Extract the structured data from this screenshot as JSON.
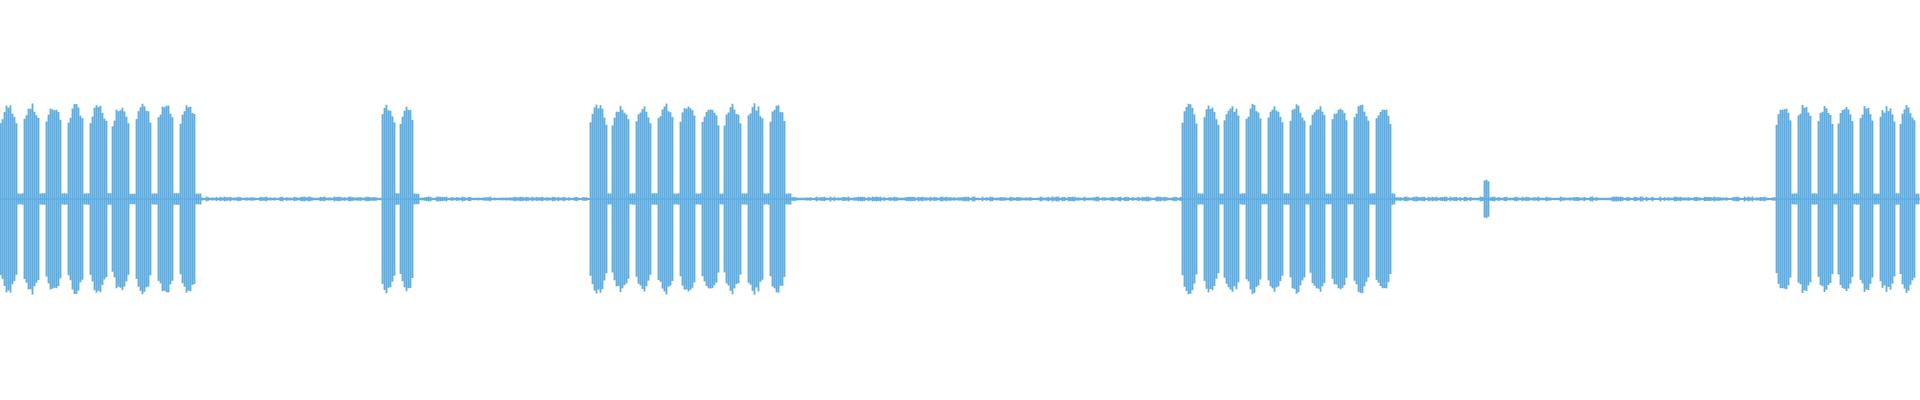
{
  "waveform": {
    "color": "#5dade2",
    "background": "#ffffff",
    "bursts": [
      {
        "start": 0.0,
        "end": 0.105,
        "level": "high"
      },
      {
        "start": 0.198,
        "end": 0.218,
        "level": "high"
      },
      {
        "start": 0.307,
        "end": 0.412,
        "level": "high"
      },
      {
        "start": 0.615,
        "end": 0.727,
        "level": "high"
      },
      {
        "start": 0.772,
        "end": 0.777,
        "level": "low"
      },
      {
        "start": 0.925,
        "end": 1.0,
        "level": "high"
      }
    ]
  }
}
